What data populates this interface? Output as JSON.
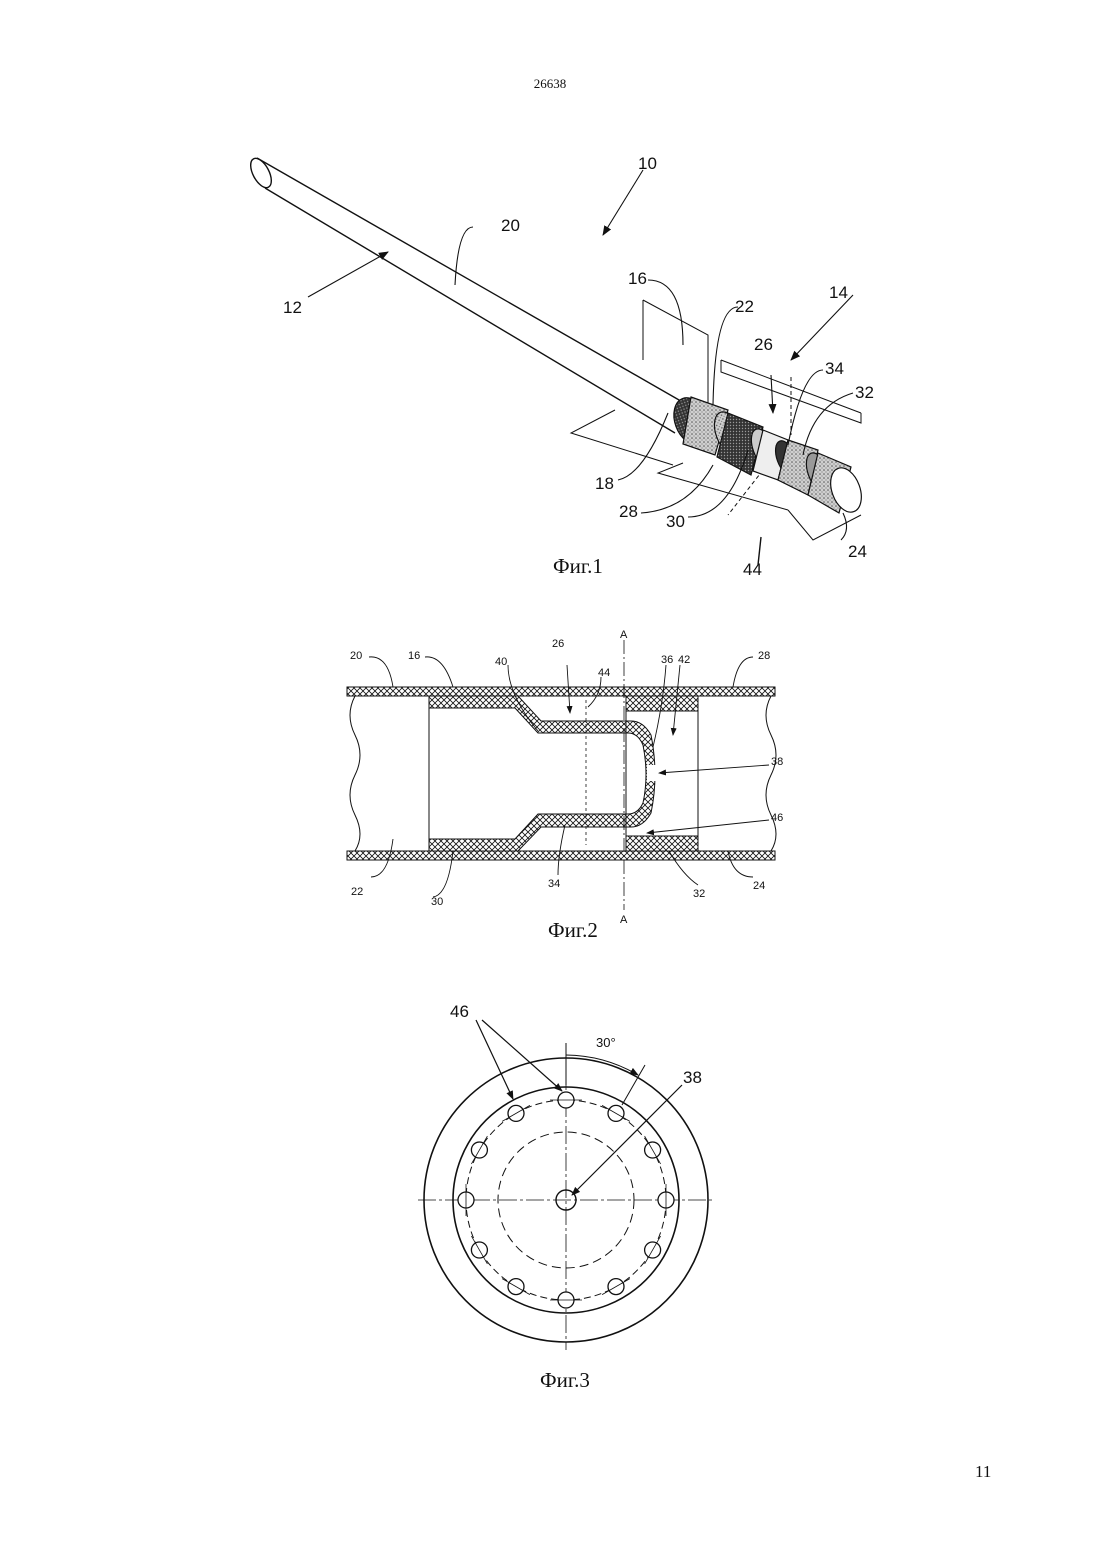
{
  "page": {
    "header": "26638",
    "page_number": "11"
  },
  "fig1": {
    "caption": "Фиг.1",
    "labels": {
      "l10": "10",
      "l20": "20",
      "l12": "12",
      "l16": "16",
      "l22": "22",
      "l14": "14",
      "l26": "26",
      "l34": "34",
      "l32": "32",
      "l18": "18",
      "l28": "28",
      "l30": "30",
      "l44": "44",
      "l24": "24"
    }
  },
  "fig2": {
    "caption": "Фиг.2",
    "labels": {
      "lA_top": "A",
      "lA_bot": "A",
      "l20": "20",
      "l16": "16",
      "l40": "40",
      "l26": "26",
      "l44": "44",
      "l36": "36",
      "l42": "42",
      "l28": "28",
      "l38": "38",
      "l46": "46",
      "l22": "22",
      "l30": "30",
      "l34": "34",
      "l32": "32",
      "l24": "24"
    }
  },
  "fig3": {
    "caption": "Фиг.3",
    "labels": {
      "l46": "46",
      "l30deg": "30°",
      "l38": "38"
    }
  }
}
